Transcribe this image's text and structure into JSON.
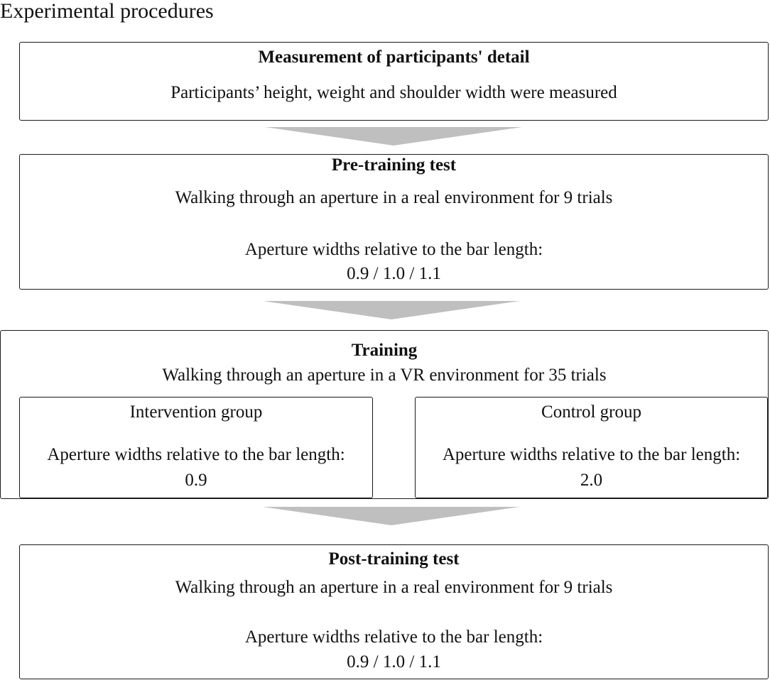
{
  "heading": "Experimental procedures",
  "arrow_color": "#bfbfbf",
  "steps": {
    "measurement": {
      "title": "Measurement of participants' detail",
      "lines": [
        "Participants’ height, weight and shoulder width were measured"
      ]
    },
    "pre_training": {
      "title": "Pre-training test",
      "lines": [
        "Walking through an aperture in a real environment for 9 trials",
        "Aperture widths relative to the bar length:",
        "0.9 / 1.0 / 1.1"
      ]
    },
    "training": {
      "title": "Training",
      "lines": [
        "Walking through an aperture in a VR environment for 35 trials"
      ],
      "groups": [
        {
          "name": "Intervention group",
          "desc": "Aperture widths relative to the bar length:",
          "value": "0.9"
        },
        {
          "name": "Control group",
          "desc": "Aperture widths relative to the bar length:",
          "value": "2.0"
        }
      ]
    },
    "post_training": {
      "title": "Post-training test",
      "lines": [
        "Walking through an aperture in a real environment for 9 trials",
        "Aperture widths relative to the bar length:",
        "0.9 / 1.0 / 1.1"
      ]
    }
  }
}
